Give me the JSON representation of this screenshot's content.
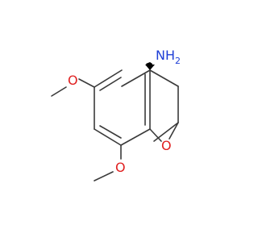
{
  "molecule": {
    "atoms": {
      "amine_N": "N",
      "amine_H": "H",
      "amine_H_count": "2",
      "ring_O": "O",
      "methoxy_top_O": "O",
      "methoxy_bottom_O": "O"
    },
    "colors": {
      "bond": "#3a3a3a",
      "nitrogen": "#1f3fd6",
      "oxygen": "#e02020",
      "wedge": "#000000",
      "background": "#ffffff"
    }
  }
}
